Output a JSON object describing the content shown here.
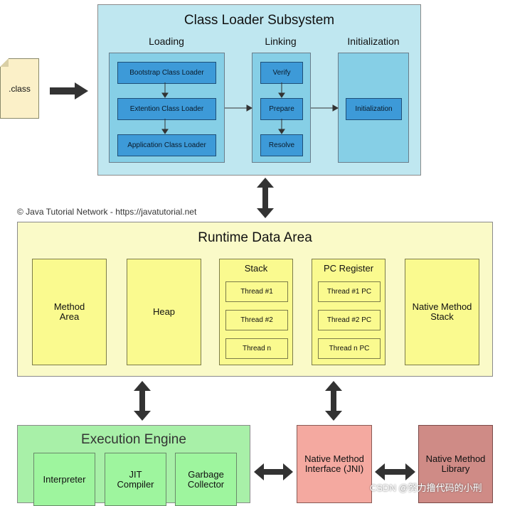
{
  "class_file": {
    "label": ".class"
  },
  "class_loader": {
    "title": "Class Loader Subsystem",
    "loading": {
      "title": "Loading",
      "items": [
        "Bootstrap Class Loader",
        "Extention Class Loader",
        "Application Class Loader"
      ]
    },
    "linking": {
      "title": "Linking",
      "items": [
        "Verify",
        "Prepare",
        "Resolve"
      ]
    },
    "initialization": {
      "title": "Initialization",
      "item": "Initialization"
    }
  },
  "copyright": "© Java Tutorial Network - https://javatutorial.net",
  "runtime": {
    "title": "Runtime Data Area",
    "method_area": "Method Area",
    "heap": "Heap",
    "stack": {
      "title": "Stack",
      "threads": [
        "Thread #1",
        "Thread #2",
        "Thread n"
      ]
    },
    "pc_register": {
      "title": "PC Register",
      "threads": [
        "Thread #1 PC",
        "Thread #2 PC",
        "Thread n PC"
      ]
    },
    "native_method_stack": "Native Method Stack"
  },
  "execution_engine": {
    "title": "Execution Engine",
    "interpreter": "Interpreter",
    "jit": "JIT Compiler",
    "gc": "Garbage Collector"
  },
  "jni": "Native Method Interface (JNI)",
  "native_lib": "Native Method Library",
  "watermark": "CSDN @努力撸代码的小刑",
  "colors": {
    "cyan_panel": "#bfe7f0",
    "blue_button": "#3d9ad8",
    "yellow_panel": "#fafac8",
    "yellow_box": "#fafa8f",
    "green_panel": "#a8f0a8",
    "jni_pink": "#f4a9a0",
    "lib_brown": "#cf8b86"
  }
}
